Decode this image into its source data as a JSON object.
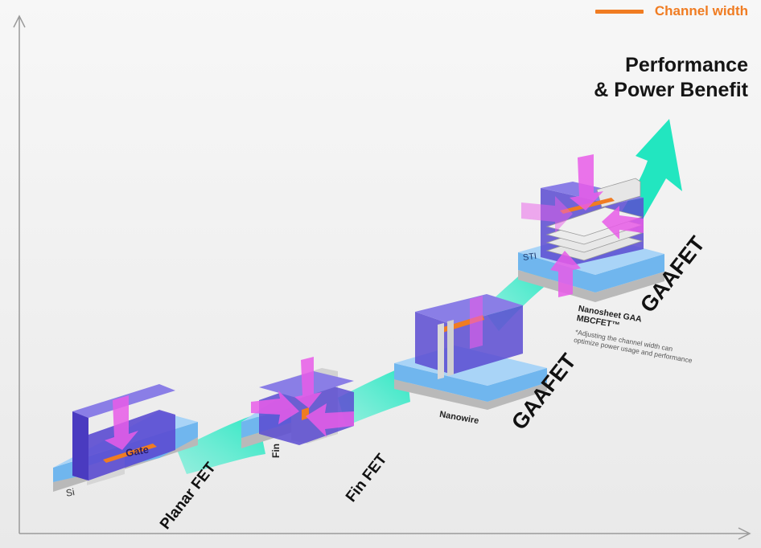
{
  "legend": {
    "channel_width_label": "Channel width",
    "swatch_color": "#f07c22"
  },
  "headline": {
    "line1": "Performance",
    "line2": "& Power Benefit"
  },
  "stages": {
    "planar": {
      "name": "Planar FET",
      "gate_label": "Gate",
      "si_label": "Si"
    },
    "finfet": {
      "name": "Fin FET",
      "fin_label": "Fin"
    },
    "nanowire": {
      "name": "GAAFET",
      "sub_label": "Nanowire"
    },
    "nanosheet": {
      "name": "GAAFET",
      "sti_label": "STI",
      "sub_label_1": "Nanosheet GAA",
      "sub_label_2": "MBCFET™",
      "note_1": "*Adjusting the channel width can",
      "note_2": "optimize power usage and performance"
    }
  },
  "colors": {
    "path_teal": "#32e8c6",
    "gate_purple": "#6a5ad8",
    "substrate_blue": "#6db4ee",
    "arrow_magenta": "#e85ce8",
    "channel_orange": "#f07c22"
  }
}
